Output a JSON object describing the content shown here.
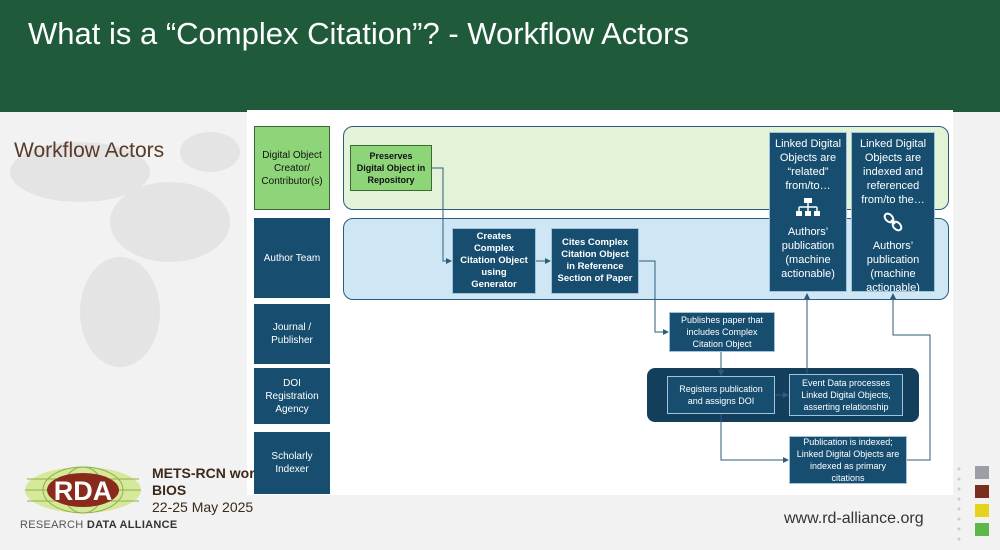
{
  "header": {
    "title": "What is a “Complex Citation”? - Workflow Actors"
  },
  "side_title": "Workflow Actors",
  "lanes": [
    {
      "label": "Digital Object Creator/ Contributor(s)"
    },
    {
      "label": "Author Team"
    },
    {
      "label": "Journal / Publisher"
    },
    {
      "label": "DOI Registration Agency"
    },
    {
      "label": "Scholarly Indexer"
    }
  ],
  "boxes": {
    "preserves": "Preserves Digital Object in Repository",
    "creates": "Creates Complex Citation Object using Generator",
    "cites": "Cites Complex Citation Object in Reference Section of Paper",
    "publishes": "Publishes paper that includes Complex Citation Object",
    "registers": "Registers publication and assigns DOI",
    "event_data": "Event Data processes Linked Digital Objects, asserting relationship",
    "indexed": "Publication is indexed; Linked Digital Objects are indexed as primary citations"
  },
  "linked_left": {
    "top": "Linked Digital Objects are “related” from/to…",
    "bottom": "Authors’ publication (machine actionable)",
    "icon": "hierarchy-icon"
  },
  "linked_right": {
    "top": "Linked Digital Objects are indexed and referenced from/to the…",
    "bottom": "Authors’ publication (machine actionable)",
    "icon": "link-icon"
  },
  "footer": {
    "logo_text": "RDA",
    "logo_caption_a": "RESEARCH ",
    "logo_caption_b": "DATA ALLIANCE",
    "event_line1": "METS-RCN wor",
    "event_line2": "BIOS",
    "event_line3": "22-25 May 2025",
    "url": "www.rd-alliance.org"
  },
  "colors": {
    "header": "#1f5b3b",
    "lane": "#174e70",
    "green": "#8ed57a",
    "green_band": "#e3f3d8",
    "blue_band": "#cfe6f5",
    "swatches": [
      "#9aa0a6",
      "#7a2e1e",
      "#e6d21a",
      "#5cb84a"
    ]
  }
}
